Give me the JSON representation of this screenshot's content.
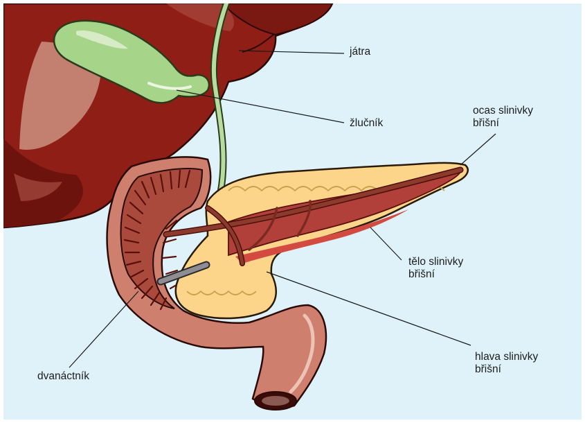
{
  "colors": {
    "background": "#dff2fa",
    "border": "#ffffff",
    "liver": "#8e1e16",
    "liver_highlight": "#c98a7a",
    "gallbladder": "#a6d58a",
    "pancreas": "#fdd58a",
    "duodenum": "#cf7f6e",
    "duct": "#b8dca0",
    "vessel": "#7d2a1e",
    "leader_line": "#1b1b1b"
  },
  "labels": {
    "liver": "játra",
    "gallbladder": "žlučník",
    "pancreas_tail": [
      "ocas slinivky",
      "břišní"
    ],
    "pancreas_body": [
      "tělo slinivky",
      "břišní"
    ],
    "pancreas_head": [
      "hlava slinivky",
      "břišní"
    ],
    "duodenum": "dvanáctník"
  }
}
